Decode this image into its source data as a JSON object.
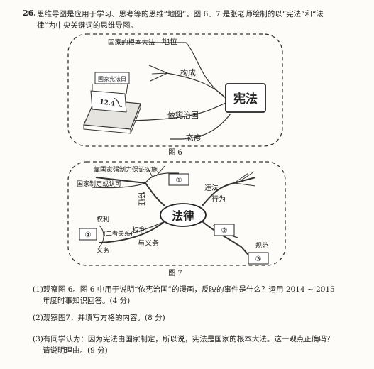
{
  "question": {
    "number": "26.",
    "intro_line1": "思维导图是应用于学习、思考等的思维“地图”。图 6、7 是张老师绘制的以“宪法”和“法",
    "intro_line2": "律”为中央关键词的思维导图。"
  },
  "fig6": {
    "caption": "图 6",
    "center": "宪法",
    "branches": [
      "国家的根本大法",
      "地位",
      "构成",
      "依宪治国",
      "态度"
    ],
    "calendar_title": "国家宪法日",
    "calendar_date": "12.4"
  },
  "fig7": {
    "caption": "图 7",
    "center": "法律",
    "labels": {
      "guarantee": "靠国家强制力保证实施",
      "made": "国家制定或认可",
      "feature": "特征",
      "box1": "①",
      "illegal": "违法",
      "behavior": "行为",
      "box2": "②",
      "box3": "③",
      "norm": "规范",
      "rights_duties": "权利",
      "and_duties": "与义务",
      "rel": "(二者关系)",
      "box4": "④",
      "right_word": "权利",
      "duty_word": "义务"
    }
  },
  "subquestions": [
    {
      "line1": "(1)观察图 6。图 6 中用于说明“依宪治国”的漫画，反映的事件是什么？运用 2014 ~ 2015",
      "line2": "年度时事知识回答。(4 分)"
    },
    {
      "line1": "(2)观察图7，并填写方格的内容。(8 分)",
      "line2": ""
    },
    {
      "line1": "(3)有同学认为：因为宪法由国家制定，所以说，宪法是国家的根本大法。这一观点正确吗？",
      "line2": "请说明理由。(9 分)"
    }
  ]
}
